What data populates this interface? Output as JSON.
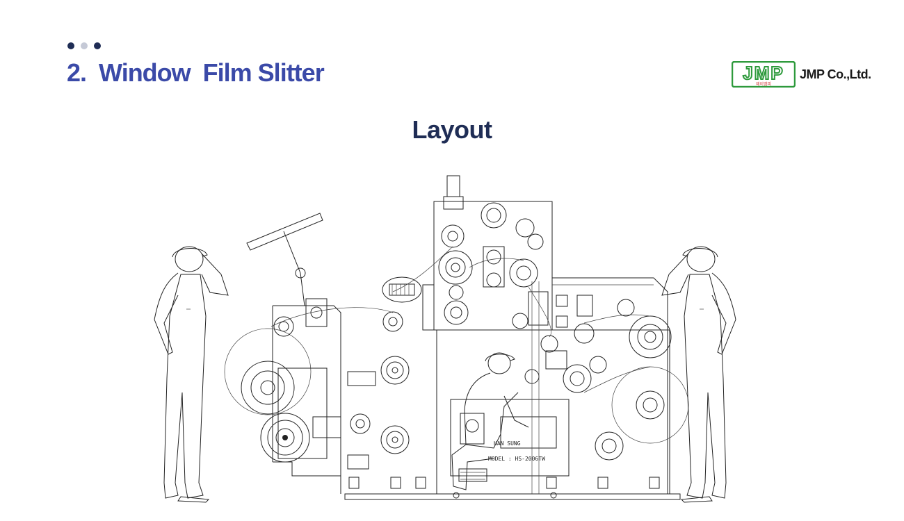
{
  "header": {
    "section_title": "2.  Window  Film Slitter",
    "logo": {
      "mark_text": "JMP",
      "mark_subtext": "제이엠피",
      "company_name": "JMP Co.,Ltd.",
      "brand_color": "#2e9a3c"
    }
  },
  "main": {
    "title": "Layout",
    "drawing": {
      "icon": "machine-layout-drawing",
      "panel_texts": [
        "HAN SUNG",
        "MODEL : HS-2006TW"
      ]
    }
  },
  "colors": {
    "section_title": "#3b4aa8",
    "layout_title": "#1f2d55",
    "dot_dark": "#1f2d55",
    "dot_light": "#c5c9d6"
  }
}
